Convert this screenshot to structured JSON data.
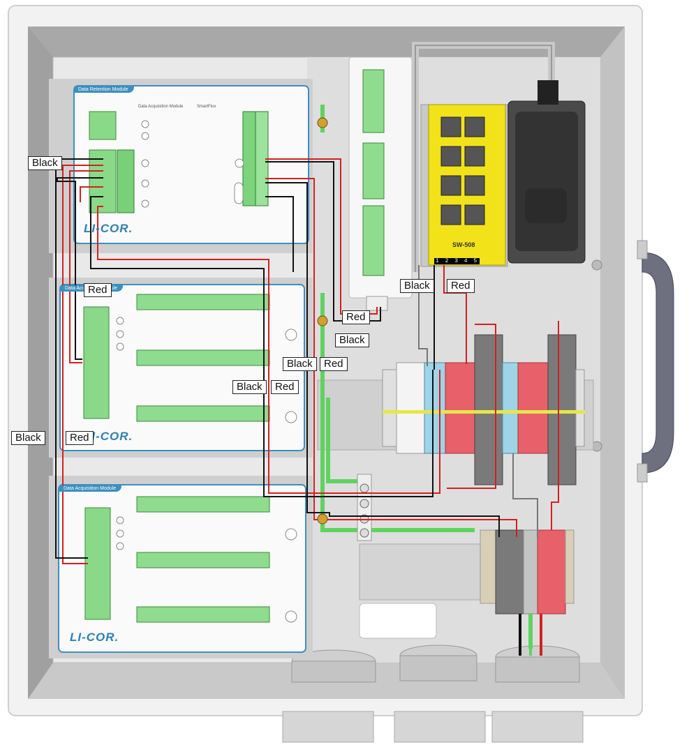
{
  "modules": {
    "retention_title": "Data Retention Module",
    "acq1_title": "Data Acquisition Module",
    "acq2_title": "Data Acquisition Module",
    "logo": "LI-COR.",
    "retention_sub1": "Data Acquisition Module",
    "retention_sub2": "SmartFlux"
  },
  "switch": {
    "model": "SW-508",
    "pins": "1 2 3 4 5"
  },
  "wire_labels": {
    "black_1": "Black",
    "red_1": "Red",
    "black_2": "Black",
    "red_2": "Red",
    "black_3": "Black",
    "red_3": "Red",
    "black_4": "Black",
    "red_4": "Red",
    "black_5": "Black",
    "red_5": "Red",
    "black_6": "Black",
    "red_6": "Red"
  },
  "colors": {
    "wire_red": "#d42020",
    "wire_black": "#111111",
    "ground_green": "#5fd35f",
    "terminal_red": "#e8606a",
    "terminal_blue": "#9fd3e8",
    "terminal_gray": "#7a7a7a",
    "switch_yellow": "#f2e21a",
    "module_border": "#3d8fbf"
  }
}
